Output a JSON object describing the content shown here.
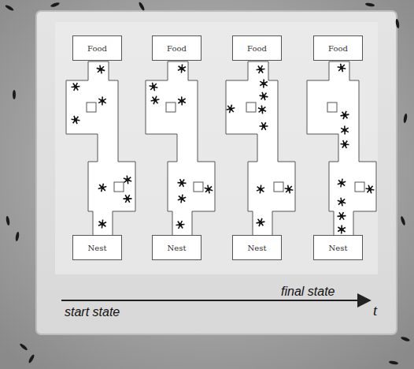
{
  "diagram": {
    "nodes": [
      {
        "text": [
          "Food"
        ]
      },
      {
        "text": [
          "Food"
        ]
      },
      {
        "text": [
          "Food"
        ]
      },
      {
        "text": [
          "Food"
        ]
      },
      {
        "text": [
          "Nest"
        ]
      },
      {
        "text": [
          "Nest"
        ]
      },
      {
        "text": [
          "Nest"
        ]
      },
      {
        "text": [
          "Nest"
        ]
      }
    ],
    "labels": [
      "start state",
      "final state",
      "t"
    ]
  }
}
